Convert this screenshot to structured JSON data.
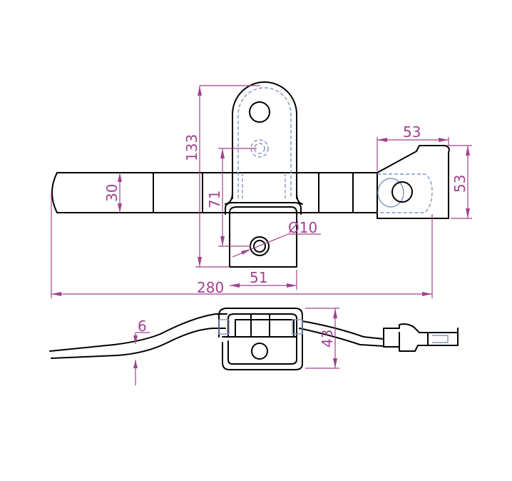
{
  "colors": {
    "outline": "#000000",
    "hidden": "#7f93c8",
    "dimension": "#a0428f",
    "background": "#ffffff"
  },
  "dimensions": {
    "overall_length": "280",
    "bar_width": "30",
    "tab_height": "133",
    "hole_offset": "71",
    "hole_diameter": "Ø10",
    "base_width": "51",
    "latch_width": "53",
    "latch_height": "53",
    "offset": "6",
    "side_height": "43"
  }
}
